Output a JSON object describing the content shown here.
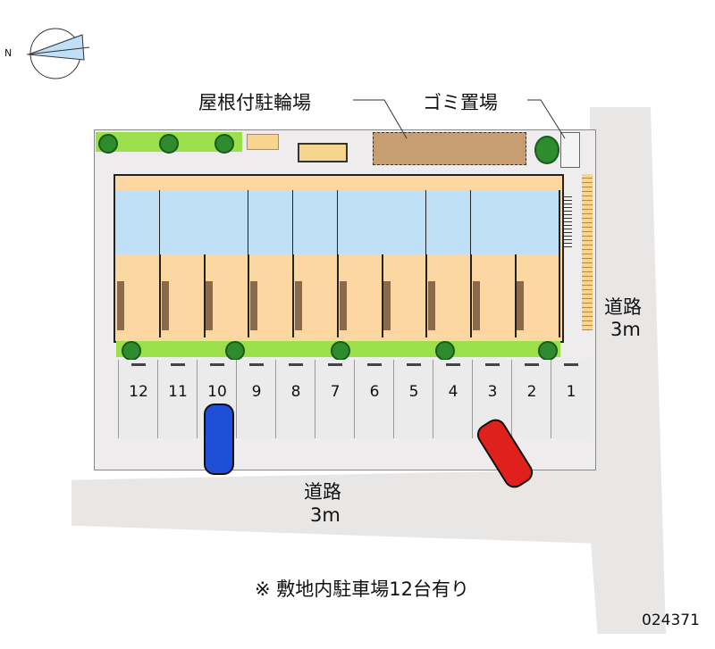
{
  "labels": {
    "bicycle_parking": "屋根付駐輪場",
    "garbage_area": "ゴミ置場",
    "road_right": "道路",
    "road_right_width": "3m",
    "road_bottom": "道路",
    "road_bottom_width": "3m",
    "note": "※ 敷地内駐車場12台有り",
    "code": "024371",
    "compass_n": "N"
  },
  "parking_numbers": [
    "12",
    "11",
    "10",
    "9",
    "8",
    "7",
    "6",
    "5",
    "4",
    "3",
    "2",
    "1"
  ],
  "colors": {
    "room": "#fcd7a2",
    "wet": "#bfe0f6",
    "green": "#9be04a",
    "tree": "#2e8b2e",
    "roof": "#c79d72",
    "car_blue": "#1f4fd6",
    "car_red": "#e0201c"
  }
}
